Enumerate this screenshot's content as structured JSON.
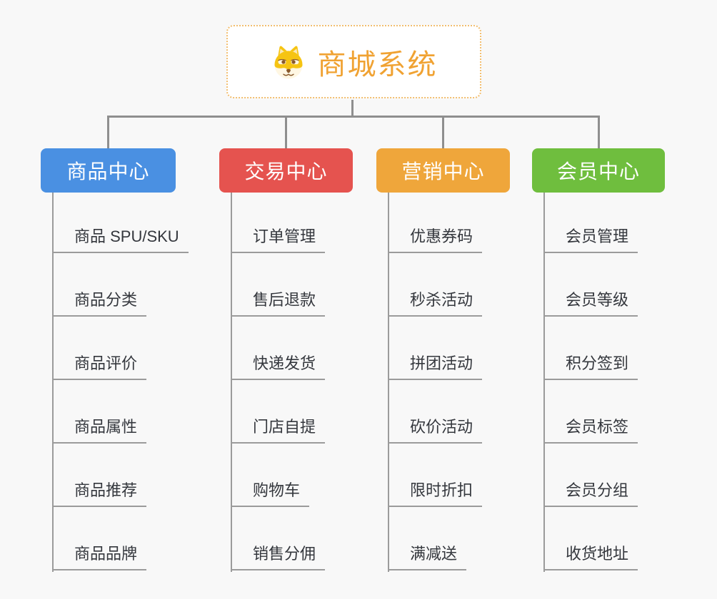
{
  "root": {
    "title": "商城系统",
    "icon": "dog-icon",
    "title_color": "#F0A232",
    "border_color": "#F2BE6F"
  },
  "connector_color": "#8f8f8f",
  "leaf_line_color": "#9b9b9b",
  "branches": [
    {
      "label": "商品中心",
      "color": "#4A90E2",
      "children": [
        "商品 SPU/SKU",
        "商品分类",
        "商品评价",
        "商品属性",
        "商品推荐",
        "商品品牌"
      ]
    },
    {
      "label": "交易中心",
      "color": "#E5534F",
      "children": [
        "订单管理",
        "售后退款",
        "快递发货",
        "门店自提",
        "购物车",
        "销售分佣"
      ]
    },
    {
      "label": "营销中心",
      "color": "#EFA63B",
      "children": [
        "优惠券码",
        "秒杀活动",
        "拼团活动",
        "砍价活动",
        "限时折扣",
        "满减送"
      ]
    },
    {
      "label": "会员中心",
      "color": "#6FBE3E",
      "children": [
        "会员管理",
        "会员等级",
        "积分签到",
        "会员标签",
        "会员分组",
        "收货地址"
      ]
    }
  ]
}
